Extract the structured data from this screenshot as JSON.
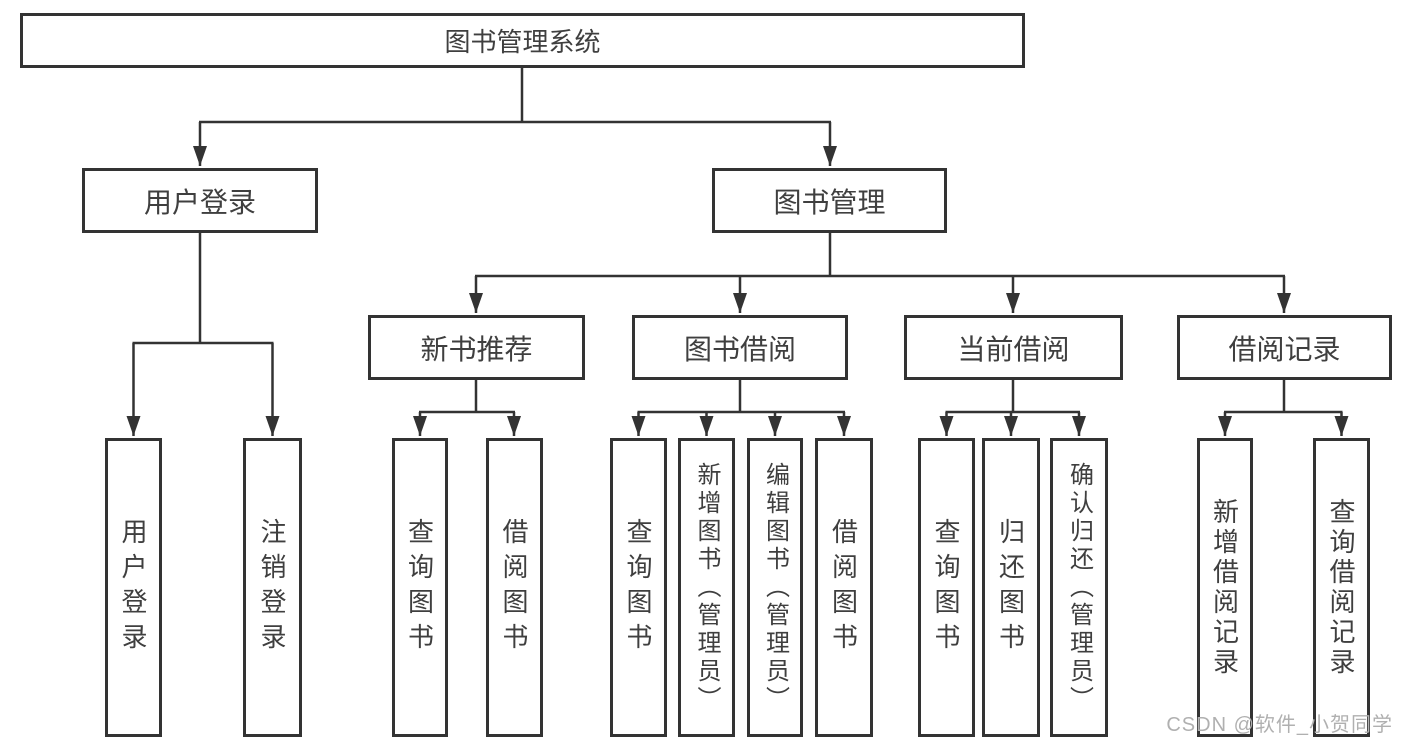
{
  "diagram": {
    "root_label": "图书管理系统",
    "level2": {
      "user_login": "用户登录",
      "book_mgmt": "图书管理"
    },
    "level3": {
      "new_book_rec": "新书推荐",
      "book_borrow": "图书借阅",
      "current_borrow": "当前借阅",
      "borrow_records": "借阅记录"
    },
    "leaves": {
      "user_login_leaf": "用户登录",
      "logout": "注销登录",
      "query_book_a": "查询图书",
      "borrow_book_a": "借阅图书",
      "query_book_b": "查询图书",
      "add_book_admin": "新增图书（管理员）",
      "edit_book_admin": "编辑图书（管理员）",
      "borrow_book_b": "借阅图书",
      "query_book_c": "查询图书",
      "return_book": "归还图书",
      "confirm_return_admin": "确认归还（管理员）",
      "add_borrow_record": "新增借阅记录",
      "query_borrow_record": "查询借阅记录"
    },
    "watermark": "CSDN @软件_小贺同学",
    "colors": {
      "line": "#333333",
      "text": "#3f3f3f",
      "watermark": "#b0b0b0",
      "background": "#ffffff"
    }
  }
}
